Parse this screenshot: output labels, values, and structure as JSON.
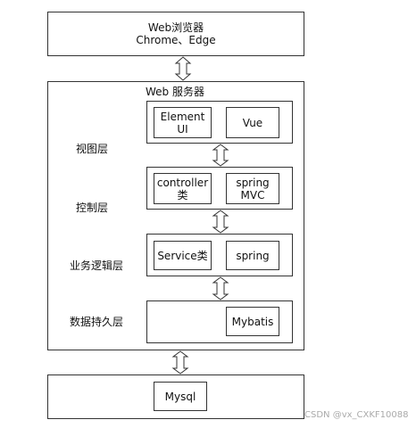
{
  "browser": {
    "title": "Web浏览器",
    "subtitle": "Chrome、Edge"
  },
  "server": {
    "title": "Web 服务器",
    "layers": [
      {
        "label": "视图层",
        "items": [
          "Element UI",
          "Vue"
        ]
      },
      {
        "label": "控制层",
        "items": [
          "controller 类",
          "spring MVC"
        ]
      },
      {
        "label": "业务逻辑层",
        "items": [
          "Service类",
          "spring"
        ]
      },
      {
        "label": "数据持久层",
        "items": [
          "Mybatis"
        ]
      }
    ]
  },
  "database": {
    "items": [
      "Mysql"
    ]
  },
  "watermark": "CSDN @vx_CXKF10088"
}
